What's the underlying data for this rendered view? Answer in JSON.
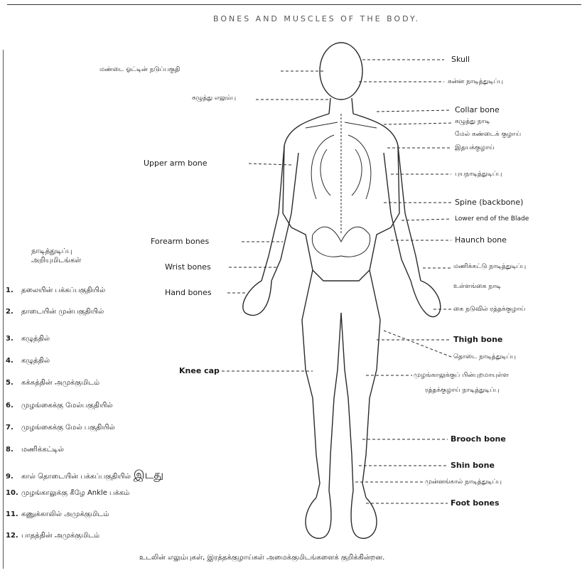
{
  "title": "BONES AND MUSCLES OF THE BODY.",
  "caption": "உடலின் எலும்புகள், இரத்தக்குழாய்கள் அமைக்குமிடங்களைக் குறிக்கின்றன.",
  "left_labels": [
    {
      "text": "மண்டை ஓட்டின் நடுப்பகுதி",
      "id": "skull-mid"
    },
    {
      "text": "கழுத்து எலும்பு",
      "id": "neck"
    },
    {
      "text": "Upper arm bone",
      "id": "upper-arm"
    },
    {
      "text": "Forearm bones",
      "id": "forearm"
    },
    {
      "text": "Wrist bones",
      "id": "wrist"
    },
    {
      "text": "Hand bones",
      "id": "hand"
    },
    {
      "text": "Knee cap",
      "id": "knee"
    }
  ],
  "right_labels": [
    {
      "text": "Skull",
      "id": "skull"
    },
    {
      "text": "கன்ன நாடித்துடிப்பு",
      "id": "temple-pulse"
    },
    {
      "text": "Collar bone",
      "id": "collar"
    },
    {
      "text": "கழுத்து நாடி",
      "id": "neck-pulse"
    },
    {
      "text": "மேல் கண்டைக் குழாய்",
      "id": "subclavian"
    },
    {
      "text": "இதயக்குழாய்",
      "id": "heart-artery"
    },
    {
      "text": "புயநாடித்துடிப்பு",
      "id": "arm-pulse"
    },
    {
      "text": "Spine (backbone)",
      "id": "spine"
    },
    {
      "text": "Lower end of the Blade",
      "id": "blade"
    },
    {
      "text": "Haunch bone",
      "id": "haunch"
    },
    {
      "text": "மணிக்கட்டு நாடித்துடிப்பு",
      "id": "wrist-pulse"
    },
    {
      "text": "உள்ளங்கை நாடி",
      "id": "palm-artery"
    },
    {
      "text": "கை நடுவில் ரத்தக்குழாய்",
      "id": "hand-vein"
    },
    {
      "text": "Thigh bone",
      "id": "thigh"
    },
    {
      "text": "தொடை நாடித்துடிப்பு",
      "id": "femoral-pulse"
    },
    {
      "text": "முழங்காலுக்குப் பின்புறமாயுள்ள",
      "id": "popliteal-1"
    },
    {
      "text": "ரத்தக்குழாய் நாடித்துடிப்பு",
      "id": "popliteal-2"
    },
    {
      "text": "Brooch bone",
      "id": "brooch"
    },
    {
      "text": "Shin bone",
      "id": "shin"
    },
    {
      "text": "முன்னங்கால் நாடித்துடிப்பு",
      "id": "ankle-pulse"
    },
    {
      "text": "Foot bones",
      "id": "foot"
    }
  ],
  "legend_heading": [
    "நாடித்துடிப்பு",
    "அறியுமிடங்கள்"
  ],
  "legend": [
    {
      "n": "1.",
      "text": "தலையின் பக்கப்பகுதியில்"
    },
    {
      "n": "2.",
      "text": "தாடையின் முன்பகுதியில்"
    },
    {
      "n": "3.",
      "text": "கழுத்தில்"
    },
    {
      "n": "4.",
      "text": "கழுத்தில்"
    },
    {
      "n": "5.",
      "text": "கக்கத்தின் அமுக்குமிடம்"
    },
    {
      "n": "6.",
      "text": "முழங்கைக்கு மேல்பகுதியில்"
    },
    {
      "n": "7.",
      "text": "முழங்கைக்கு மேல் பகுதியில்"
    },
    {
      "n": "8.",
      "text": "மணிக்கட்டில்"
    },
    {
      "n": "9.",
      "text": "கால் தொடையின் பக்கப்பகுதியில்"
    },
    {
      "n": "10.",
      "text": "முழங்காலுக்கு கீழே Ankle பக்கம்"
    },
    {
      "n": "11.",
      "text": "கணுக்காலில் அமுக்குமிடம்"
    },
    {
      "n": "12.",
      "text": "பாதத்தின் அமுக்குமிடம்"
    }
  ],
  "annotation": "இடது"
}
